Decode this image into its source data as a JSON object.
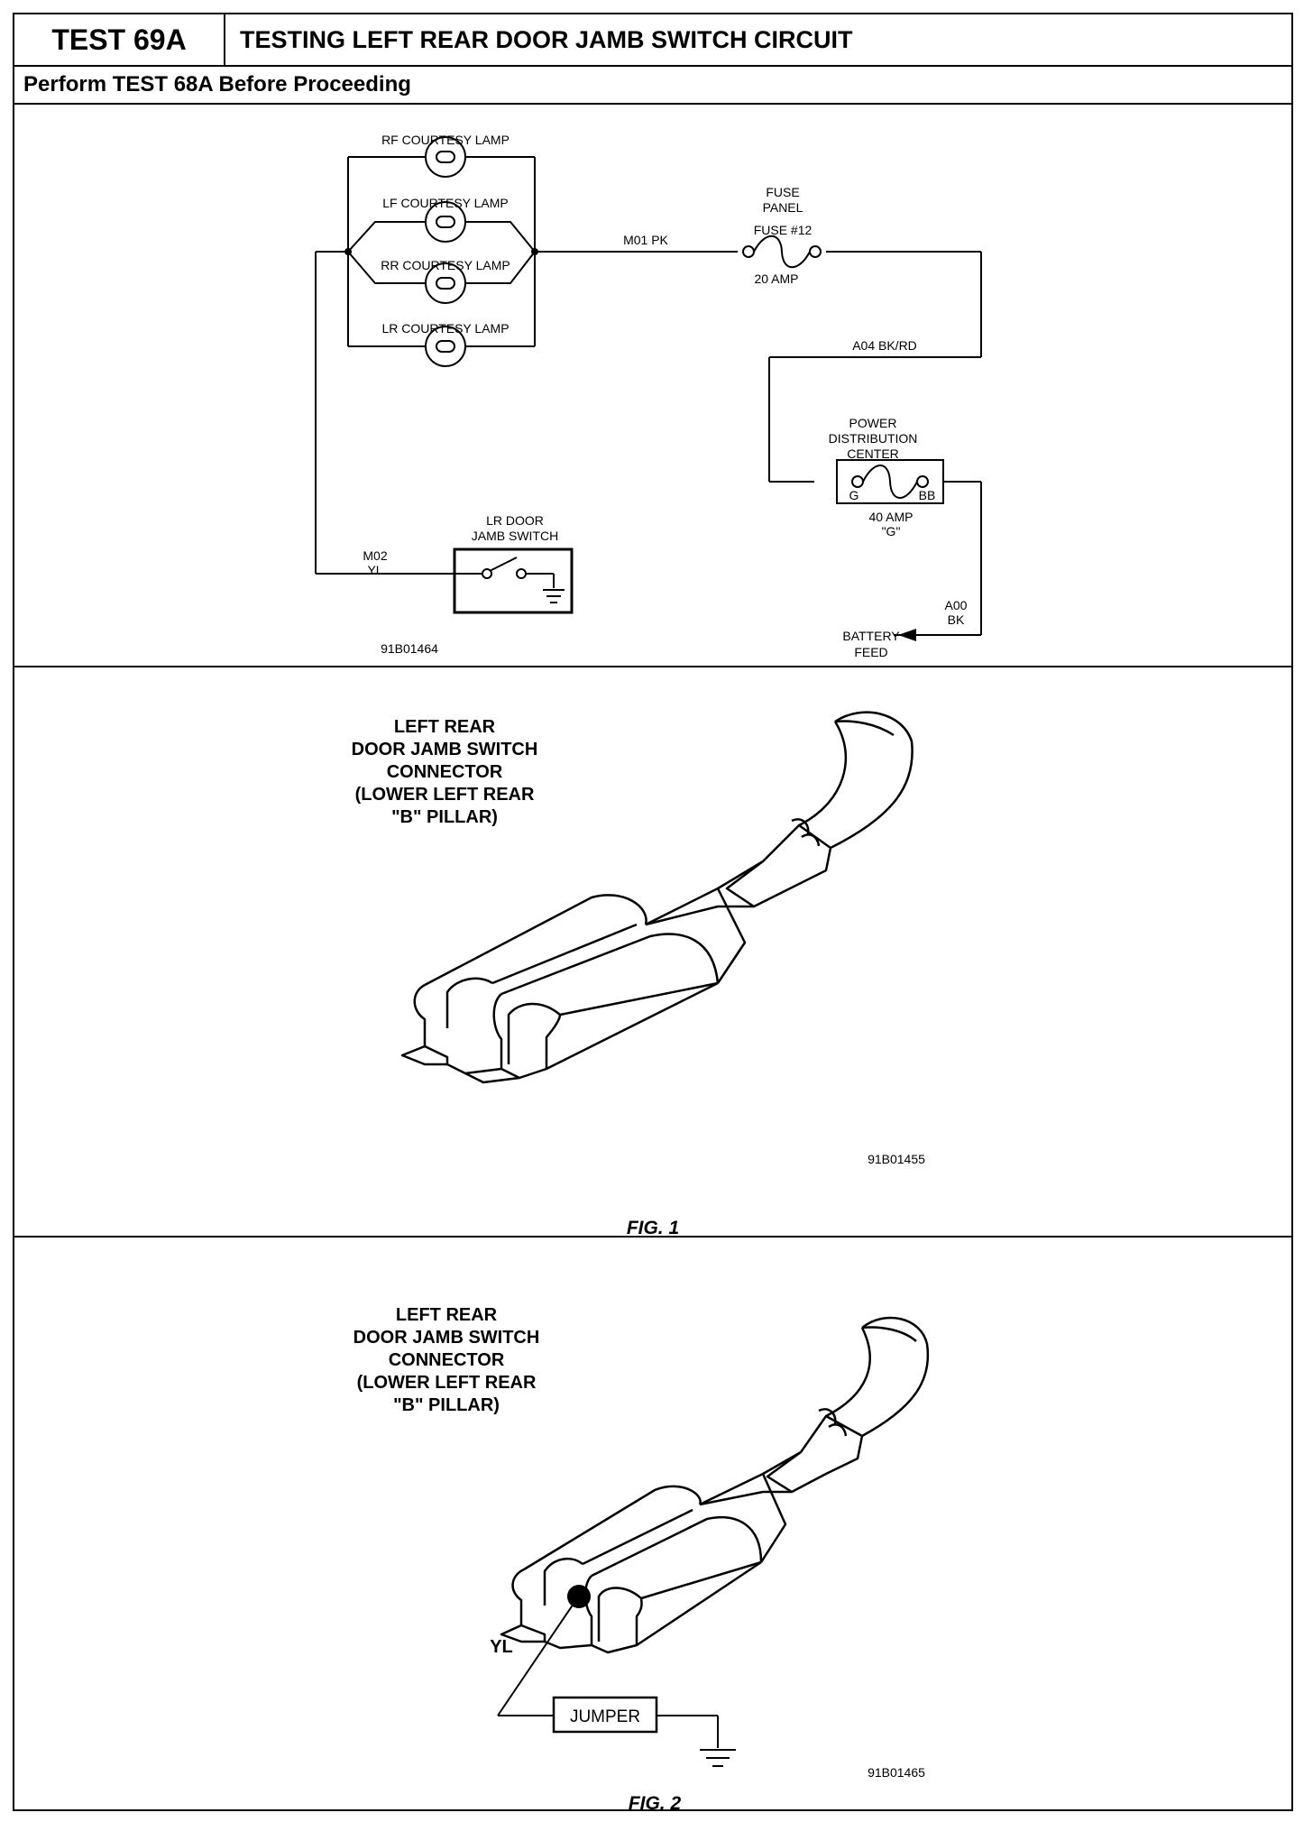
{
  "header": {
    "test_id": "TEST 69A",
    "title": "TESTING LEFT REAR DOOR JAMB SWITCH CIRCUIT",
    "prerequisite": "Perform TEST 68A Before Proceeding"
  },
  "schematic": {
    "lamps": [
      "RF COURTESY LAMP",
      "LF COURTESY LAMP",
      "RR COURTESY LAMP",
      "LR COURTESY LAMP"
    ],
    "wire_m01": "M01 PK",
    "fuse_panel_line1": "FUSE",
    "fuse_panel_line2": "PANEL",
    "fuse_number": "FUSE #12",
    "fuse_rating": "20 AMP",
    "wire_a04": "A04 BK/RD",
    "pdc_line1": "POWER",
    "pdc_line2": "DISTRIBUTION",
    "pdc_line3": "CENTER",
    "pdc_pin_left": "G",
    "pdc_pin_right": "BB",
    "pdc_rating": "40 AMP",
    "pdc_fuse_id": "\"G\"",
    "switch_line1": "LR DOOR",
    "switch_line2": "JAMB SWITCH",
    "wire_m02_line1": "M02",
    "wire_m02_line2": "YL",
    "wire_a00_line1": "A00",
    "wire_a00_line2": "BK",
    "battery_line1": "BATTERY",
    "battery_line2": "FEED",
    "ref": "91B01464"
  },
  "fig1": {
    "label_lines": [
      "LEFT REAR",
      "DOOR JAMB SWITCH",
      "CONNECTOR",
      "(LOWER LEFT REAR",
      "\"B\" PILLAR)"
    ],
    "ref": "91B01455",
    "caption": "FIG. 1"
  },
  "fig2": {
    "label_lines": [
      "LEFT REAR",
      "DOOR JAMB SWITCH",
      "CONNECTOR",
      "(LOWER LEFT REAR",
      "\"B\" PILLAR)"
    ],
    "wire_label": "YL",
    "jumper": "JUMPER",
    "ref": "91B01465",
    "caption": "FIG. 2"
  }
}
